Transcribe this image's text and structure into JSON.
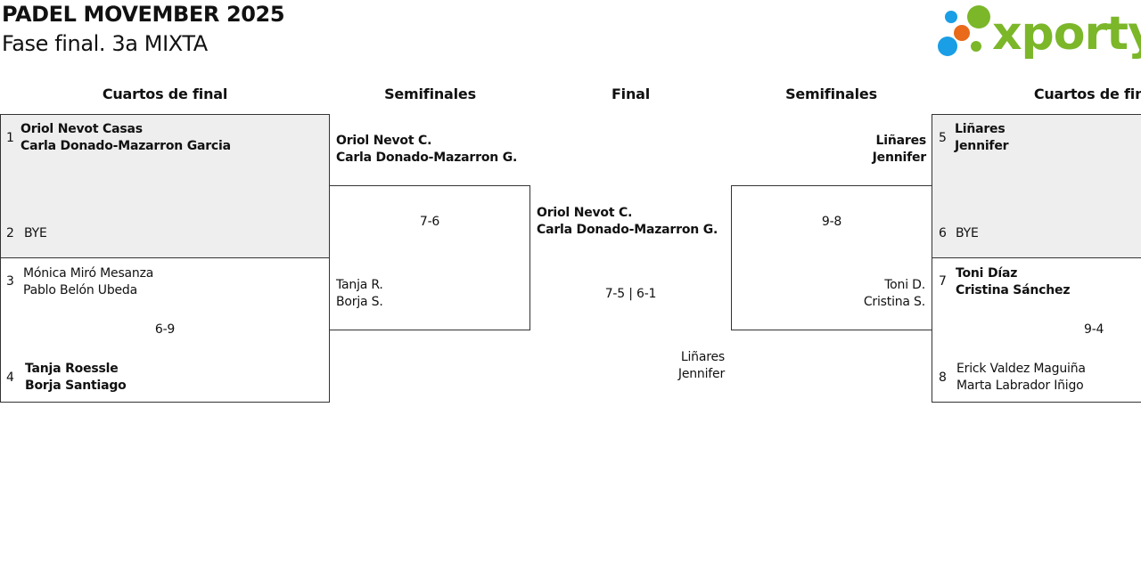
{
  "header": {
    "title": "PADEL MOVEMBER 2025",
    "subtitle": "Fase final. 3a MIXTA",
    "logo_text": "xporty"
  },
  "rounds": {
    "qf_left": "Cuartos de final",
    "sf_left": "Semifinales",
    "final": "Final",
    "sf_right": "Semifinales",
    "qf_right": "Cuartos de final"
  },
  "qf_left": {
    "m1": {
      "seed_a": "1",
      "a1": "Oriol Nevot Casas",
      "a2": "Carla Donado-Mazarron Garcia",
      "seed_b": "2",
      "b1": "BYE"
    },
    "m2": {
      "seed_a": "3",
      "a1": "Mónica Miró Mesanza",
      "a2": "Pablo Belón Ubeda",
      "score": "6-9",
      "seed_b": "4",
      "b1": "Tanja Roessle",
      "b2": "Borja Santiago"
    }
  },
  "sf_left": {
    "a1": "Oriol Nevot C.",
    "a2": "Carla Donado-Mazarron G.",
    "score": "7-6",
    "b1": "Tanja R.",
    "b2": "Borja S."
  },
  "final": {
    "a1": "Oriol Nevot C.",
    "a2": "Carla Donado-Mazarron G.",
    "score": "7-5 | 6-1",
    "b1": "Liñares",
    "b2": "Jennifer"
  },
  "sf_right": {
    "a1": "Liñares",
    "a2": "Jennifer",
    "score": "9-8",
    "b1": "Toni D.",
    "b2": "Cristina S."
  },
  "qf_right": {
    "m1": {
      "seed_a": "5",
      "a1": "Liñares",
      "a2": "Jennifer",
      "seed_b": "6",
      "b1": "BYE"
    },
    "m2": {
      "seed_a": "7",
      "a1": "Toni Díaz",
      "a2": "Cristina Sánchez",
      "score": "9-4",
      "seed_b": "8",
      "b1": "Erick Valdez Maguiña",
      "b2": "Marta Labrador Iñigo"
    }
  },
  "colors": {
    "brand_green": "#7bb729",
    "dot_blue": "#1a9ee6",
    "dot_orange": "#e86a1a",
    "box_fill": "#eeeeee"
  }
}
